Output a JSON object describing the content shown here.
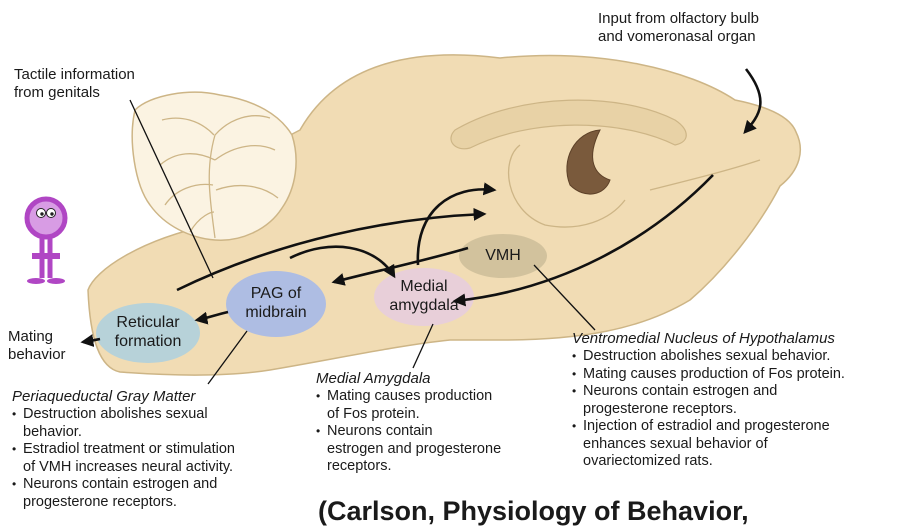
{
  "labels": {
    "olfactory": [
      "Input from olfactory bulb",
      "and vomeronasal organ"
    ],
    "tactile": [
      "Tactile information",
      "from genitals"
    ],
    "mating": [
      "Mating",
      "behavior"
    ]
  },
  "regions": {
    "vmh": "VMH",
    "medial_amygdala": [
      "Medial",
      "amygdala"
    ],
    "pag": [
      "PAG of",
      "midbrain"
    ],
    "reticular": [
      "Reticular",
      "formation"
    ]
  },
  "panels": {
    "vmh": {
      "title": "Ventromedial Nucleus of Hypothalamus",
      "bullets": [
        [
          "Destruction abolishes sexual behavior."
        ],
        [
          "Mating causes production of Fos protein."
        ],
        [
          "Neurons contain estrogen and",
          "progesterone receptors."
        ],
        [
          "Injection of estradiol and progesterone",
          "enhances sexual behavior of",
          "ovariectomized rats."
        ]
      ]
    },
    "amygdala": {
      "title": "Medial Amygdala",
      "bullets": [
        [
          "Mating causes production",
          "of Fos protein."
        ],
        [
          "Neurons contain",
          "estrogen and progesterone",
          "receptors."
        ]
      ]
    },
    "pag": {
      "title": "Periaqueductal Gray Matter",
      "bullets": [
        [
          "Destruction abolishes sexual",
          "behavior."
        ],
        [
          "Estradiol treatment or stimulation",
          "of VMH increases neural activity."
        ],
        [
          "Neurons contain estrogen and",
          "progesterone receptors."
        ]
      ]
    }
  },
  "credit": "(Carlson, Physiology of Behavior,",
  "colors": {
    "brain": "#f1dcb4",
    "cerebellum": "#fbf3e2",
    "vmh": "#d2c29d",
    "amygdala": "#e8cfd9",
    "pag": "#aebde3",
    "reticular": "#b7d2d9",
    "female_symbol": "#b046c4"
  }
}
